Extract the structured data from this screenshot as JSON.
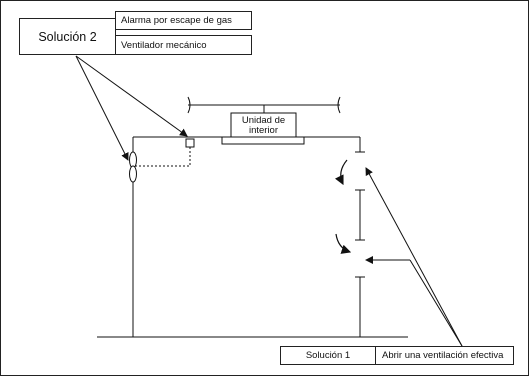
{
  "solution2": {
    "title": "Solución 2",
    "items": [
      "Alarma por escape de gas",
      "Ventilador mecánico"
    ]
  },
  "indoor_unit": {
    "label_line1": "Unidad de",
    "label_line2": "interior"
  },
  "solution1": {
    "title": "Solución 1",
    "description": "Abrir una ventilación efectiva"
  }
}
